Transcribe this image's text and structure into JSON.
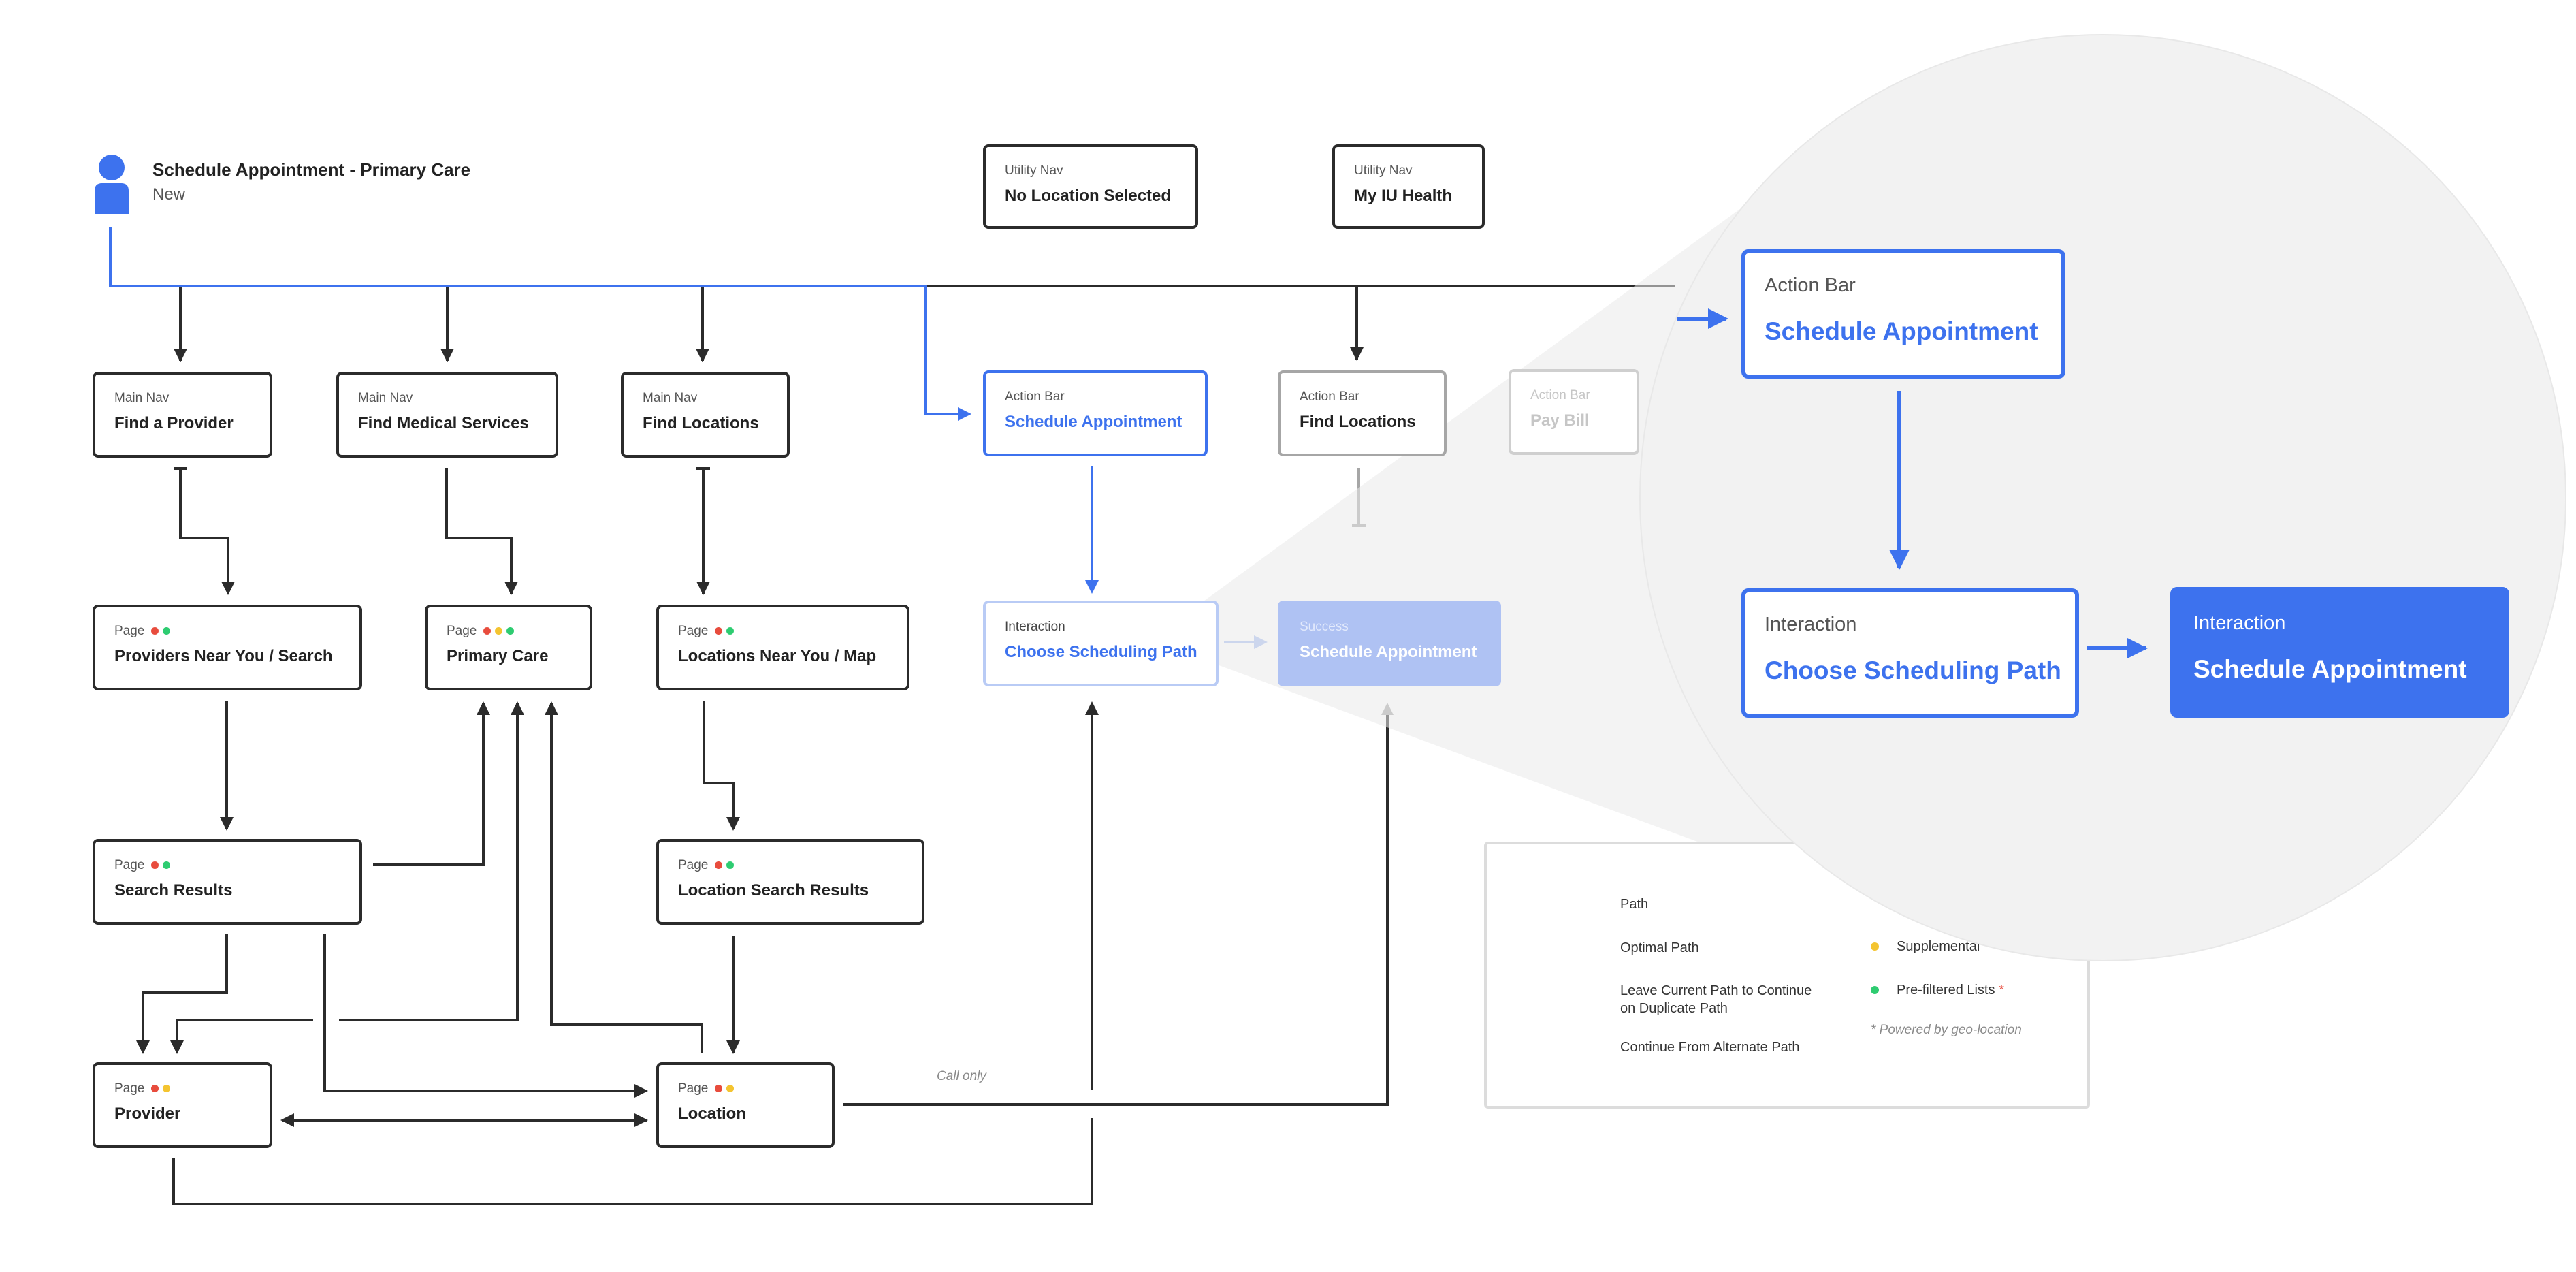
{
  "persona": {
    "title": "Schedule Appointment - Primary Care",
    "subtitle": "New",
    "icon": "user-icon"
  },
  "nodes": {
    "utility_location": {
      "kind": "Utility Nav",
      "title": "No Location Selected"
    },
    "utility_health": {
      "kind": "Utility Nav",
      "title": "My IU Health"
    },
    "nav_provider": {
      "kind": "Main Nav",
      "title": "Find a Provider"
    },
    "nav_services": {
      "kind": "Main Nav",
      "title": "Find Medical Services"
    },
    "nav_locations": {
      "kind": "Main Nav",
      "title": "Find Locations"
    },
    "action_schedule": {
      "kind": "Action Bar",
      "title": "Schedule Appointment"
    },
    "action_locations": {
      "kind": "Action Bar",
      "title": "Find Locations"
    },
    "action_paybill": {
      "kind": "Action Bar",
      "title": "Pay Bill"
    },
    "page_providers": {
      "kind": "Page",
      "title": "Providers Near You / Search"
    },
    "page_primary": {
      "kind": "Page",
      "title": "Primary Care"
    },
    "page_locations_map": {
      "kind": "Page",
      "title": "Locations Near You / Map"
    },
    "interaction_choose": {
      "kind": "Interaction",
      "title": "Choose Scheduling Path"
    },
    "success_schedule": {
      "kind": "Success",
      "title": "Schedule Appointment"
    },
    "page_search_results": {
      "kind": "Page",
      "title": "Search Results"
    },
    "page_location_results": {
      "kind": "Page",
      "title": "Location Search Results"
    },
    "page_provider": {
      "kind": "Page",
      "title": "Provider"
    },
    "page_location": {
      "kind": "Page",
      "title": "Location"
    }
  },
  "annotations": {
    "call_only": "Call only"
  },
  "legend": {
    "path": "Path",
    "optimal_path": "Optimal Path",
    "leave_path": "Leave Current Path to Continue on Duplicate Path",
    "continue_path": "Continue From Alternate Path",
    "supplemental": "Supplemental",
    "prefiltered": "Pre-filtered Lists",
    "asterisk": "*",
    "note": "* Powered by geo-location"
  },
  "magnified": {
    "action": {
      "kind": "Action Bar",
      "title": "Schedule Appointment"
    },
    "choose": {
      "kind": "Interaction",
      "title": "Choose Scheduling Path"
    },
    "schedule": {
      "kind": "Interaction",
      "title": "Schedule Appointment"
    }
  },
  "colors": {
    "path": "#2b2b2b",
    "optimal": "#3d72ee",
    "red": "#e84c3d",
    "yellow": "#f4c430",
    "green": "#2ecc71"
  }
}
